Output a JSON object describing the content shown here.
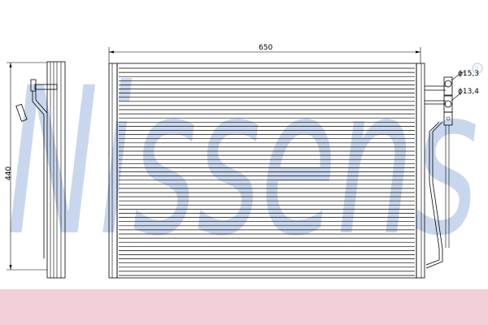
{
  "watermark": {
    "text": "Nissens"
  },
  "dimensions": {
    "width_label": "650",
    "height_label": "440",
    "pipe_diameter_1": "ϕ15,3",
    "pipe_diameter_2": "ϕ13,4"
  },
  "colors": {
    "watermark_text": "#c9d7ee",
    "footer_band": "#f2cfd9",
    "line": "#000000"
  }
}
